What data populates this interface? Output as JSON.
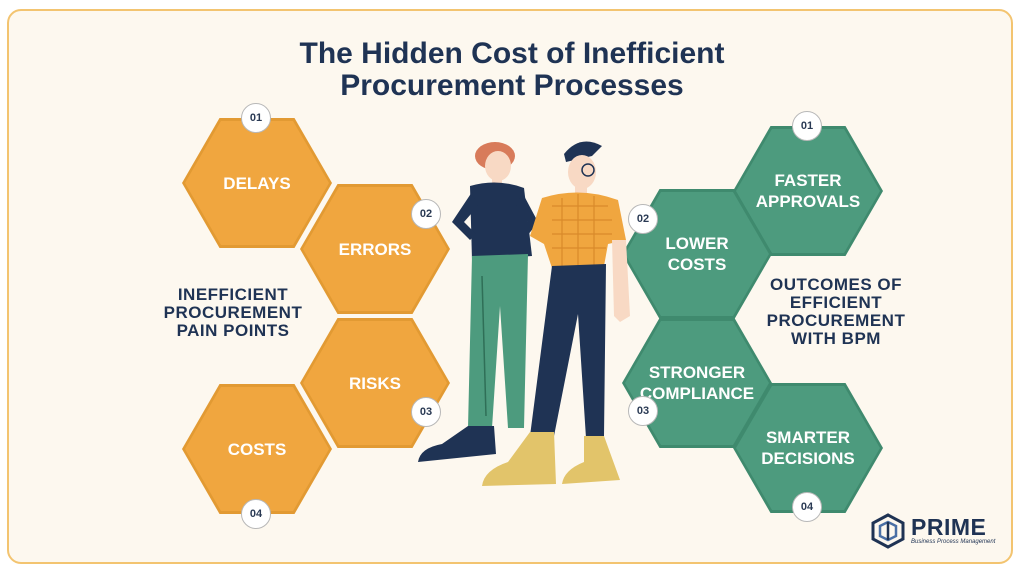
{
  "title": "The Hidden Cost of Inefficient Procurement Processes",
  "left": {
    "label": "INEFFICIENT PROCUREMENT PAIN POINTS",
    "items": [
      {
        "num": "01",
        "label": "DELAYS"
      },
      {
        "num": "02",
        "label": "ERRORS"
      },
      {
        "num": "03",
        "label": "RISKS"
      },
      {
        "num": "04",
        "label": "COSTS"
      }
    ]
  },
  "right": {
    "label": "OUTCOMES OF EFFICIENT PROCUREMENT WITH BPM",
    "items": [
      {
        "num": "01",
        "label": "FASTER APPROVALS"
      },
      {
        "num": "02",
        "label": "LOWER COSTS"
      },
      {
        "num": "03",
        "label": "STRONGER COMPLIANCE"
      },
      {
        "num": "04",
        "label": "SMARTER DECISIONS"
      }
    ]
  },
  "logo": {
    "name": "PRIME",
    "tagline": "Business Process Management"
  },
  "colors": {
    "orange": "#f0a63f",
    "green": "#4d9b7e",
    "navy": "#1f3354",
    "border": "#f3c470"
  }
}
